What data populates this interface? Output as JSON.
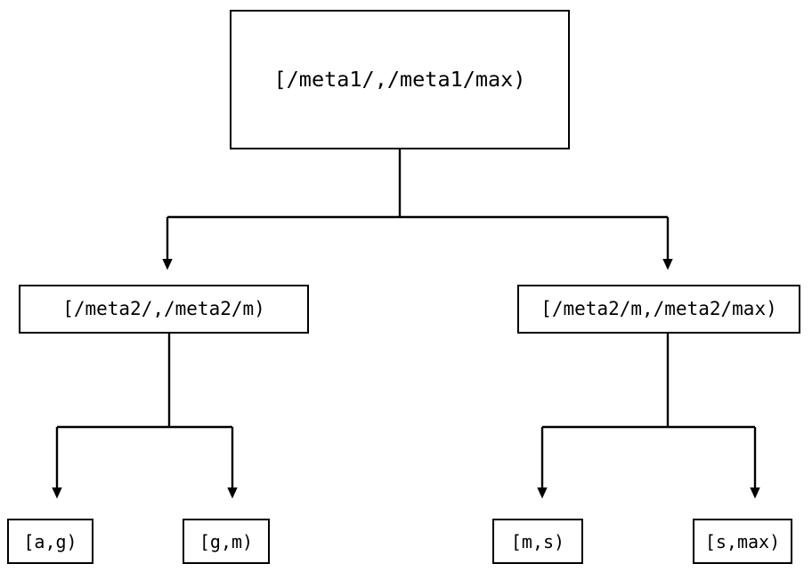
{
  "diagram": {
    "kind": "tree-diagram",
    "background_color": "#ffffff",
    "line_color": "#000000",
    "text_color": "#000000",
    "nodes": {
      "root": {
        "label": "[/meta1/,/meta1/max)"
      },
      "mid_left": {
        "label": "[/meta2/,/meta2/m)"
      },
      "mid_right": {
        "label": "[/meta2/m,/meta2/max)"
      },
      "leaf_1": {
        "label": "[a,g)"
      },
      "leaf_2": {
        "label": "[g,m)"
      },
      "leaf_3": {
        "label": "[m,s)"
      },
      "leaf_4": {
        "label": "[s,max)"
      }
    },
    "edges": [
      {
        "from": "root",
        "to": "mid_left",
        "arrow": "down-triangle"
      },
      {
        "from": "root",
        "to": "mid_right",
        "arrow": "down-triangle"
      },
      {
        "from": "mid_left",
        "to": "leaf_1",
        "arrow": "down-triangle"
      },
      {
        "from": "mid_left",
        "to": "leaf_2",
        "arrow": "down-triangle"
      },
      {
        "from": "mid_right",
        "to": "leaf_3",
        "arrow": "down-triangle"
      },
      {
        "from": "mid_right",
        "to": "leaf_4",
        "arrow": "down-triangle"
      }
    ]
  }
}
